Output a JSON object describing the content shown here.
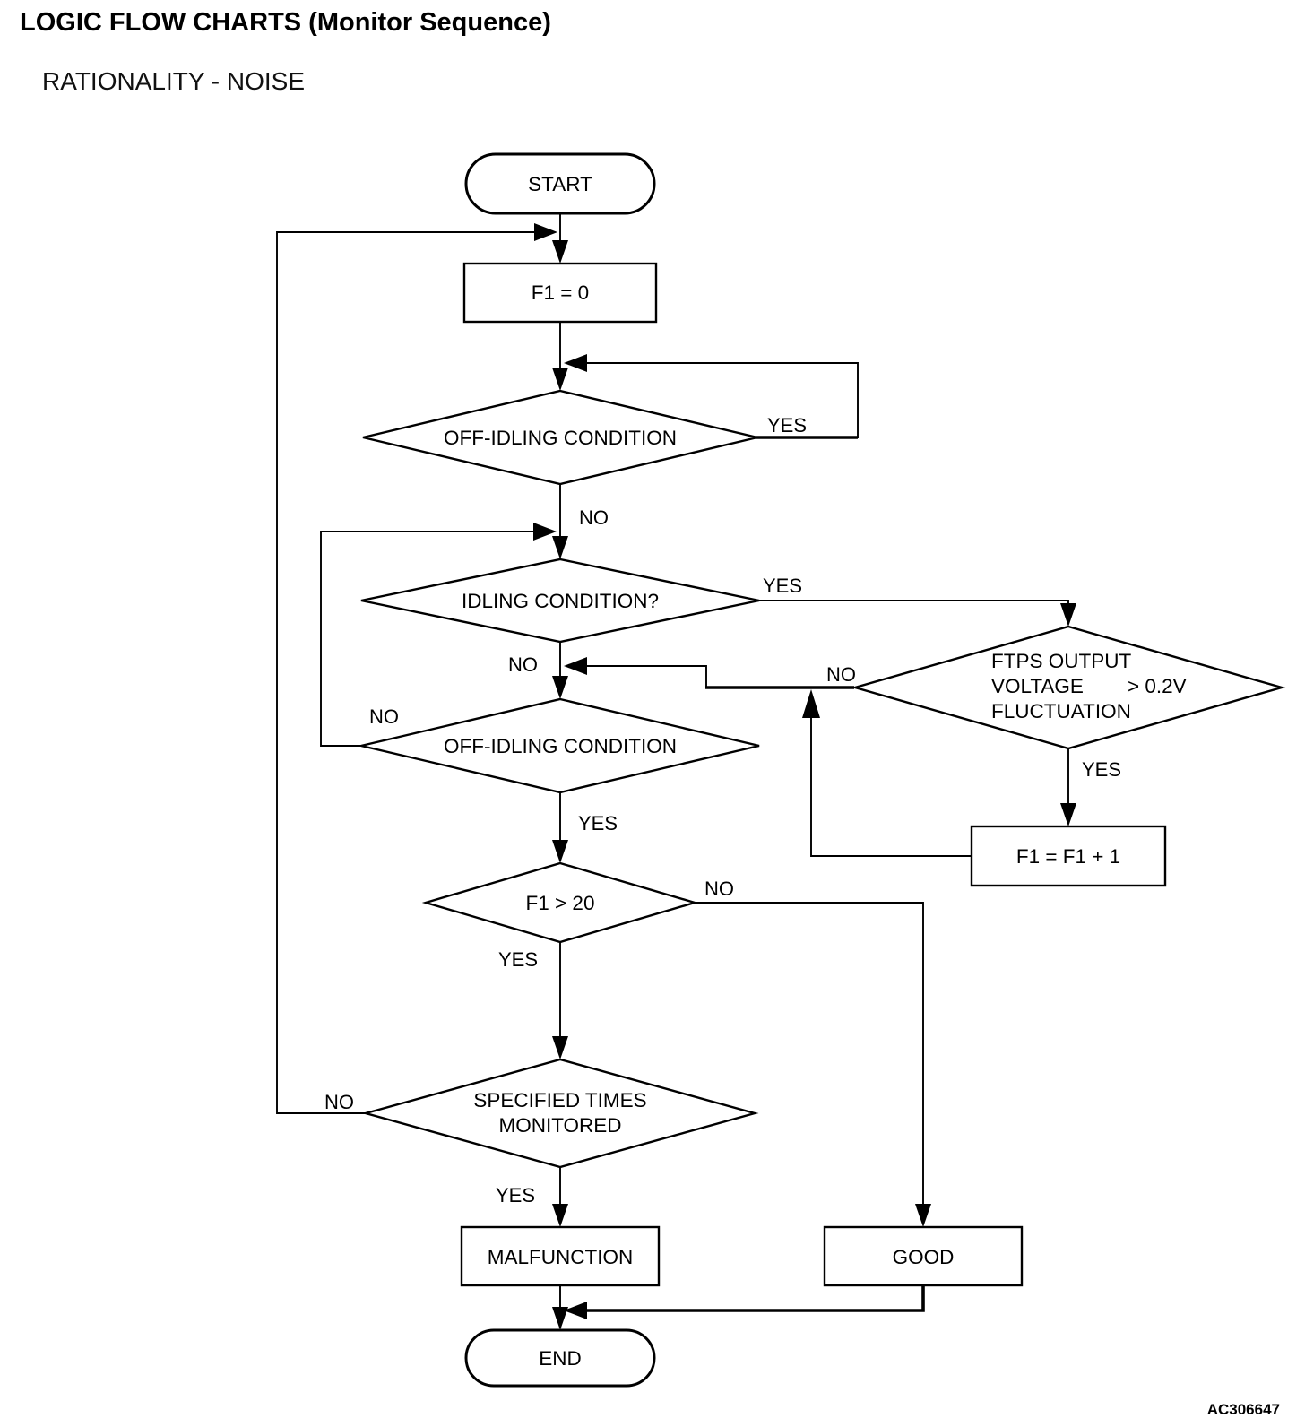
{
  "page": {
    "title": "LOGIC FLOW CHARTS (Monitor Sequence)",
    "subtitle": "RATIONALITY - NOISE",
    "figure_code": "AC306647"
  },
  "flowchart": {
    "start": {
      "label": "START"
    },
    "f1_init": {
      "label": "F1 = 0"
    },
    "off_idling_1": {
      "label": "OFF-IDLING CONDITION",
      "yes": "YES",
      "no": "NO"
    },
    "idling": {
      "label": "IDLING CONDITION?",
      "yes": "YES",
      "no": "NO"
    },
    "off_idling_2": {
      "label": "OFF-IDLING CONDITION",
      "yes": "YES",
      "no": "NO"
    },
    "ftps": {
      "line1": "FTPS OUTPUT",
      "line2a": "VOLTAGE",
      "line2b": "> 0.2V",
      "line3": "FLUCTUATION",
      "yes": "YES",
      "no": "NO"
    },
    "f1_increment": {
      "label": "F1 = F1 + 1"
    },
    "f1_gt_20": {
      "label": "F1 > 20",
      "yes": "YES",
      "no": "NO"
    },
    "specified_times": {
      "line1": "SPECIFIED TIMES",
      "line2": "MONITORED",
      "yes": "YES",
      "no": "NO"
    },
    "malfunction": {
      "label": "MALFUNCTION"
    },
    "good": {
      "label": "GOOD"
    },
    "end": {
      "label": "END"
    }
  }
}
